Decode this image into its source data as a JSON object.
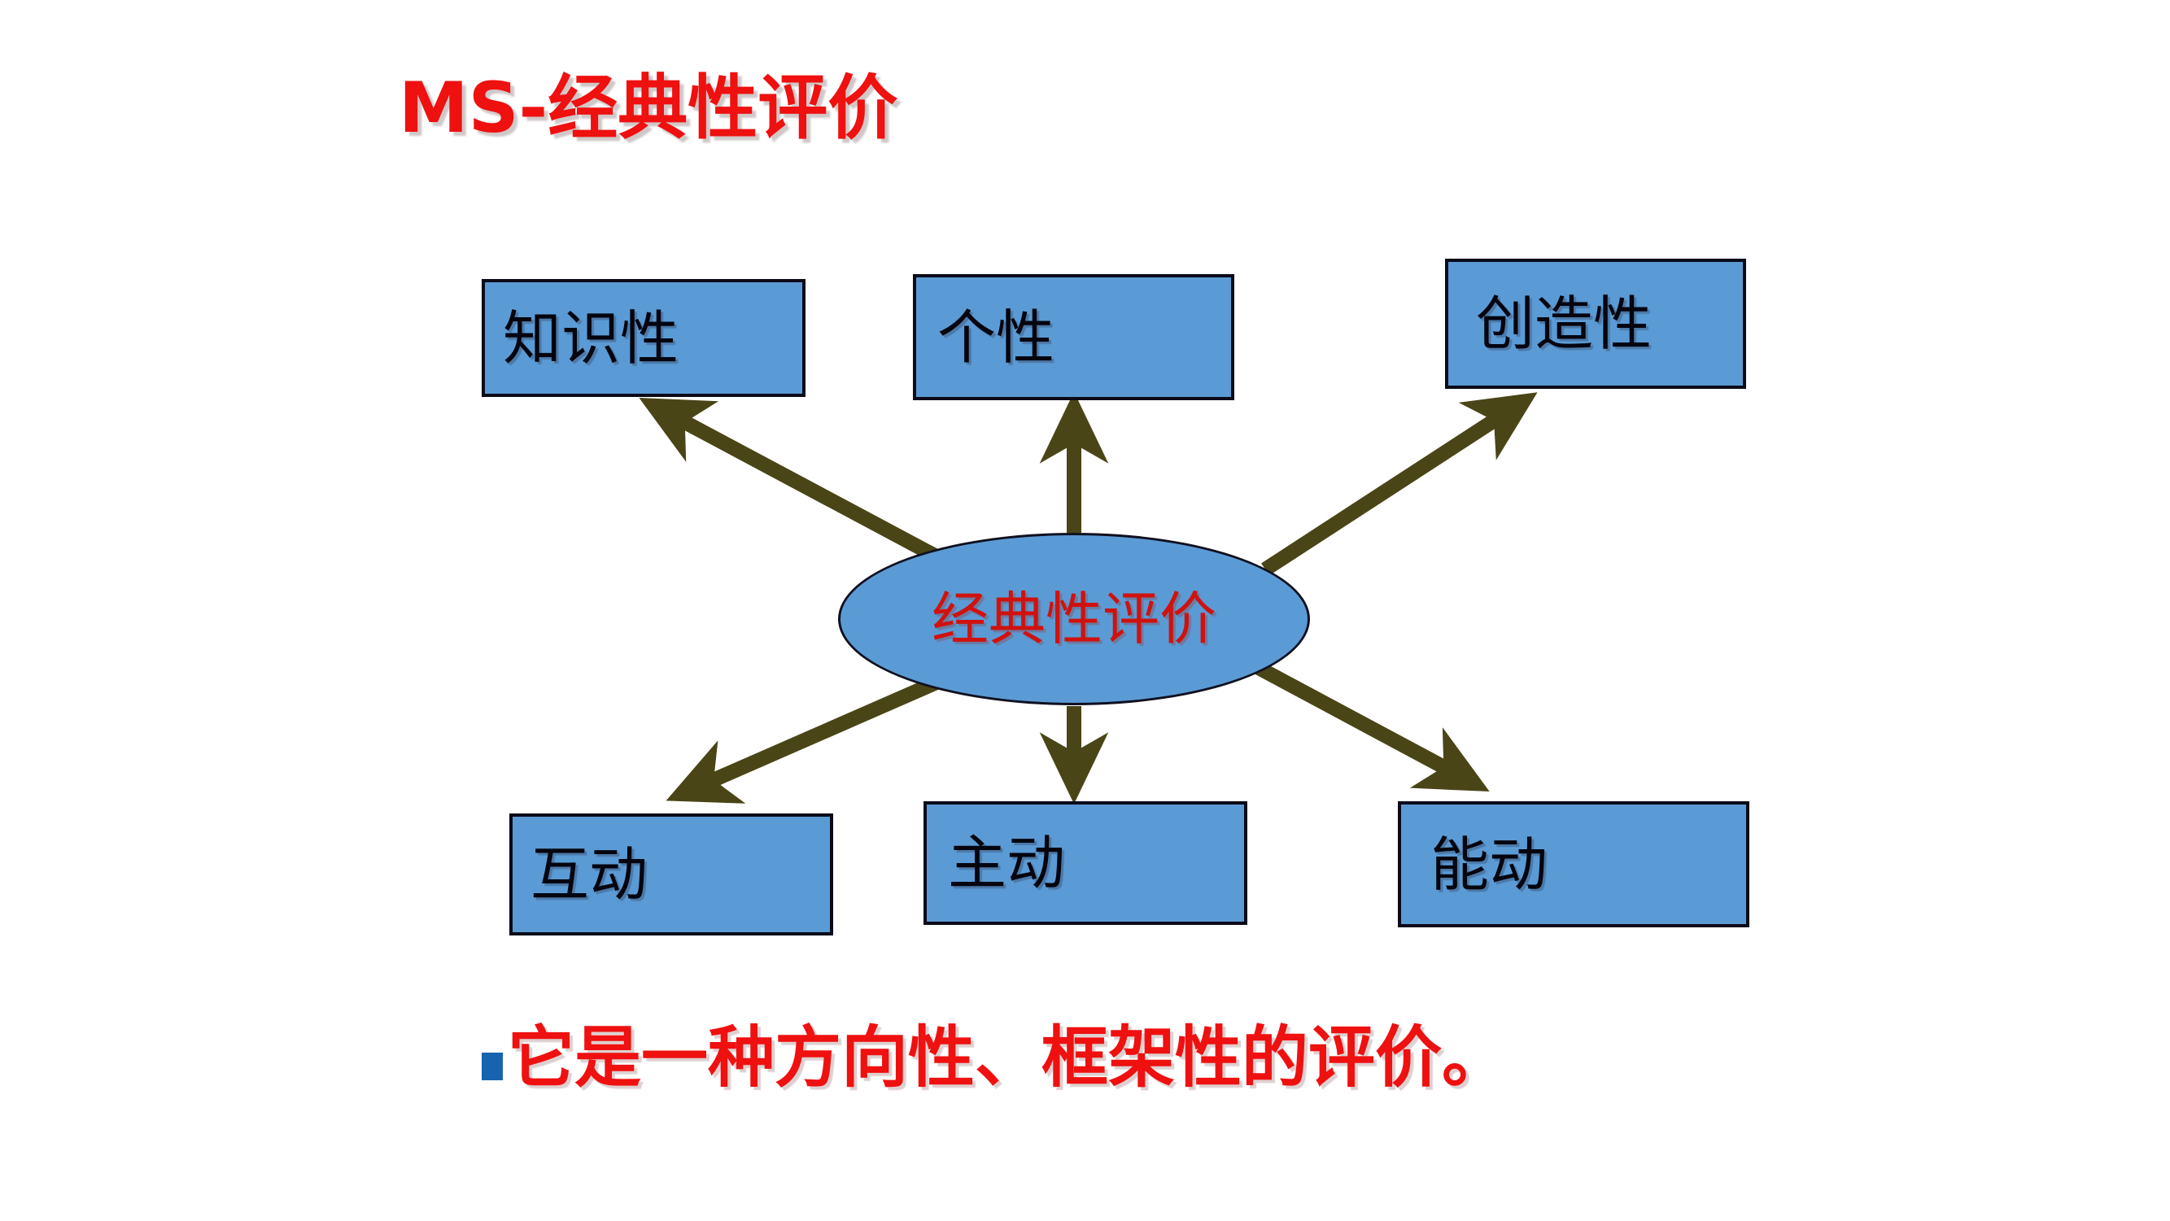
{
  "slide": {
    "title": "MS-经典性评价",
    "title_color": "#EF1010",
    "background_color": "#FFFFFF"
  },
  "diagram": {
    "center": {
      "label": "经典性评价",
      "shape": "ellipse",
      "fill_color": "#5B9BD5",
      "text_color": "#D0120E",
      "border_color": "#101020"
    },
    "connector": {
      "color": "#4A4517",
      "style": "solid-arrow",
      "count": 6
    },
    "nodes": [
      {
        "id": "zhishixing",
        "label": "知识性",
        "position": "top-left",
        "fill_color": "#5B9BD5",
        "text_color": "#05050F"
      },
      {
        "id": "gexing",
        "label": "个性",
        "position": "top-center",
        "fill_color": "#5B9BD5",
        "text_color": "#05050F"
      },
      {
        "id": "chuangzao",
        "label": "创造性",
        "position": "top-right",
        "fill_color": "#5B9BD5",
        "text_color": "#05050F"
      },
      {
        "id": "hudong",
        "label": "互动",
        "position": "bottom-left",
        "fill_color": "#5B9BD5",
        "text_color": "#05050F"
      },
      {
        "id": "zhudong",
        "label": "主动",
        "position": "bottom-center",
        "fill_color": "#5B9BD5",
        "text_color": "#05050F"
      },
      {
        "id": "nengdong",
        "label": "能动",
        "position": "bottom-right",
        "fill_color": "#5B9BD5",
        "text_color": "#05050F"
      }
    ]
  },
  "bullet": {
    "marker": "square-bullet",
    "marker_color": "#1763B0",
    "text": "它是一种方向性、框架性的评价。",
    "text_color": "#EF1010"
  }
}
